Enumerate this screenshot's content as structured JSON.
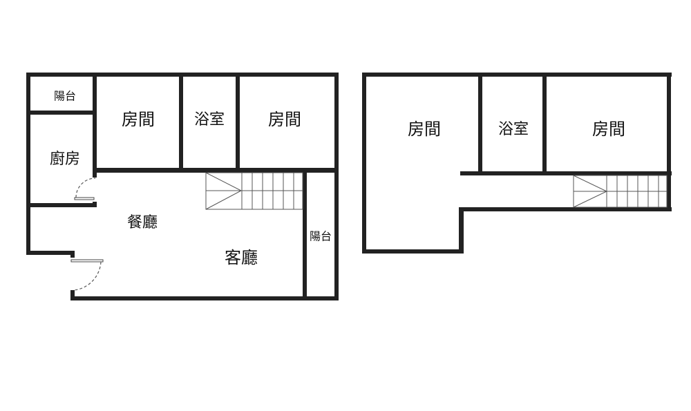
{
  "floor_1": {
    "rooms": {
      "balcony_top": "陽台",
      "bedroom_1": "房間",
      "bathroom": "浴室",
      "bedroom_2": "房間",
      "kitchen": "廚房",
      "dining": "餐廳",
      "living": "客廳",
      "balcony_right": "陽台"
    }
  },
  "floor_2": {
    "rooms": {
      "bedroom_1": "房間",
      "bathroom": "浴室",
      "bedroom_2": "房間"
    }
  },
  "colors": {
    "wall": "#222222",
    "background": "#ffffff"
  }
}
